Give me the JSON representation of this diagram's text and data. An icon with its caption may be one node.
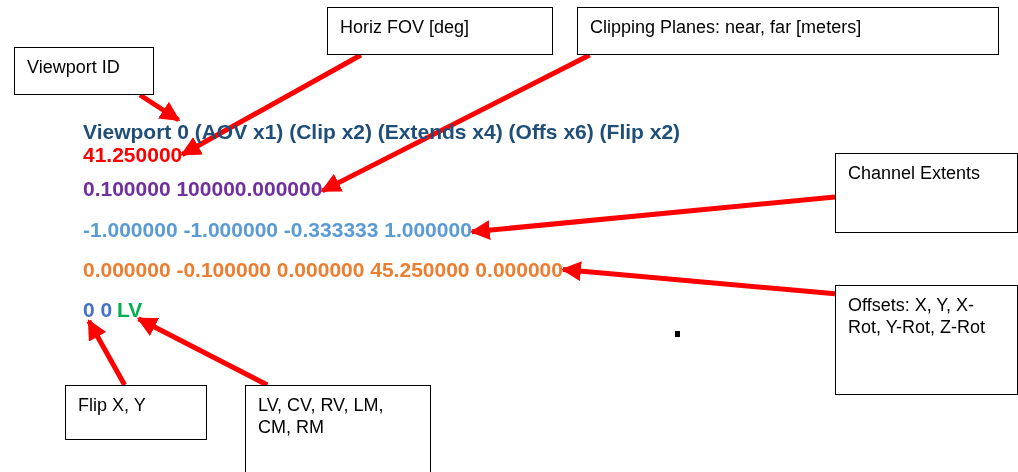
{
  "diagram": {
    "nodes": [
      {
        "text": [
          "Viewport ID"
        ]
      },
      {
        "text": [
          "Horiz FOV [deg]"
        ]
      },
      {
        "text": [
          "Clipping Planes: near, far [meters]"
        ]
      },
      {
        "text": [
          "Channel Extents"
        ]
      },
      {
        "text": [
          "Offsets: X, Y, X-Rot, Y-Rot, Z-Rot"
        ]
      },
      {
        "text": [
          "Flip X, Y"
        ]
      },
      {
        "text": [
          "LV, CV, RV, LM, CM, RM"
        ]
      },
      {
        "text": [
          "Viewport 0 (AOV x1) (Clip x2) (Extends x4) (Offs x6) (Flip x2)"
        ]
      },
      {
        "text": [
          "41.250000"
        ]
      },
      {
        "text": [
          "0.100000 100000.000000"
        ]
      },
      {
        "text": [
          "-1.000000 -1.000000 -0.333333 1.000000"
        ]
      },
      {
        "text": [
          "0.000000 -0.100000 0.000000 45.250000 0.000000"
        ]
      },
      {
        "text": [
          "0 0"
        ]
      },
      {
        "text": [
          "LV"
        ]
      }
    ],
    "edges": [
      {
        "from": 0,
        "to": 7,
        "arrow": "to"
      },
      {
        "from": 1,
        "to": 8,
        "arrow": "to"
      },
      {
        "from": 2,
        "to": 9,
        "arrow": "to"
      },
      {
        "from": 3,
        "to": 10,
        "arrow": "to"
      },
      {
        "from": 4,
        "to": 11,
        "arrow": "to"
      },
      {
        "from": 5,
        "to": 12,
        "arrow": "to"
      },
      {
        "from": 6,
        "to": 13,
        "arrow": "to"
      }
    ]
  }
}
